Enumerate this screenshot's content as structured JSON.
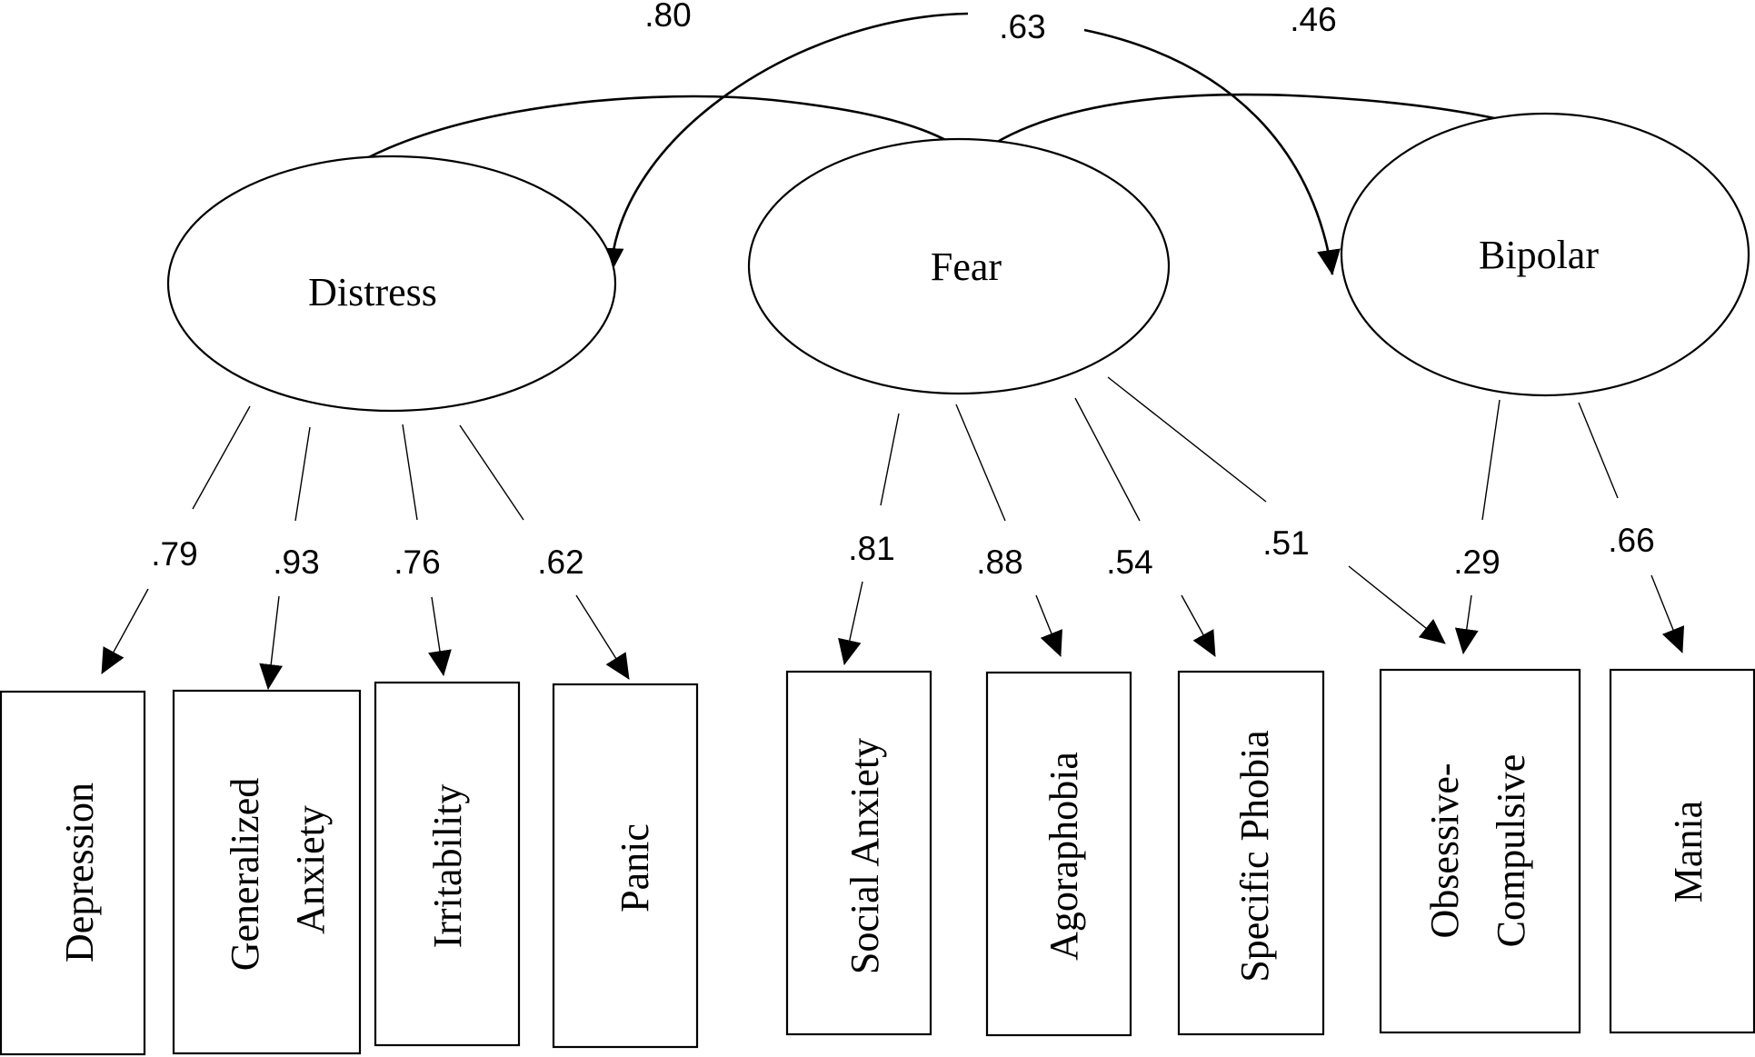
{
  "diagram": {
    "factors": {
      "distress": "Distress",
      "fear": "Fear",
      "bipolar": "Bipolar"
    },
    "correlations": {
      "distress_fear": ".80",
      "distress_bipolar": ".63",
      "fear_bipolar": ".46"
    },
    "indicators": [
      {
        "label": "Depression",
        "loading": ".79"
      },
      {
        "label": "Generalized",
        "label2": "Anxiety",
        "loading": ".93"
      },
      {
        "label": "Irritability",
        "loading": ".76"
      },
      {
        "label": "Panic",
        "loading": ".62"
      },
      {
        "label": "Social Anxiety",
        "loading": ".81"
      },
      {
        "label": "Agoraphobia",
        "loading": ".88"
      },
      {
        "label": "Specific Phobia",
        "loading": ".54"
      },
      {
        "label": "Obsessive-",
        "label2": "Compulsive",
        "loading": ".51",
        "loading2": ".29"
      },
      {
        "label": "Mania",
        "loading": ".66"
      }
    ]
  }
}
